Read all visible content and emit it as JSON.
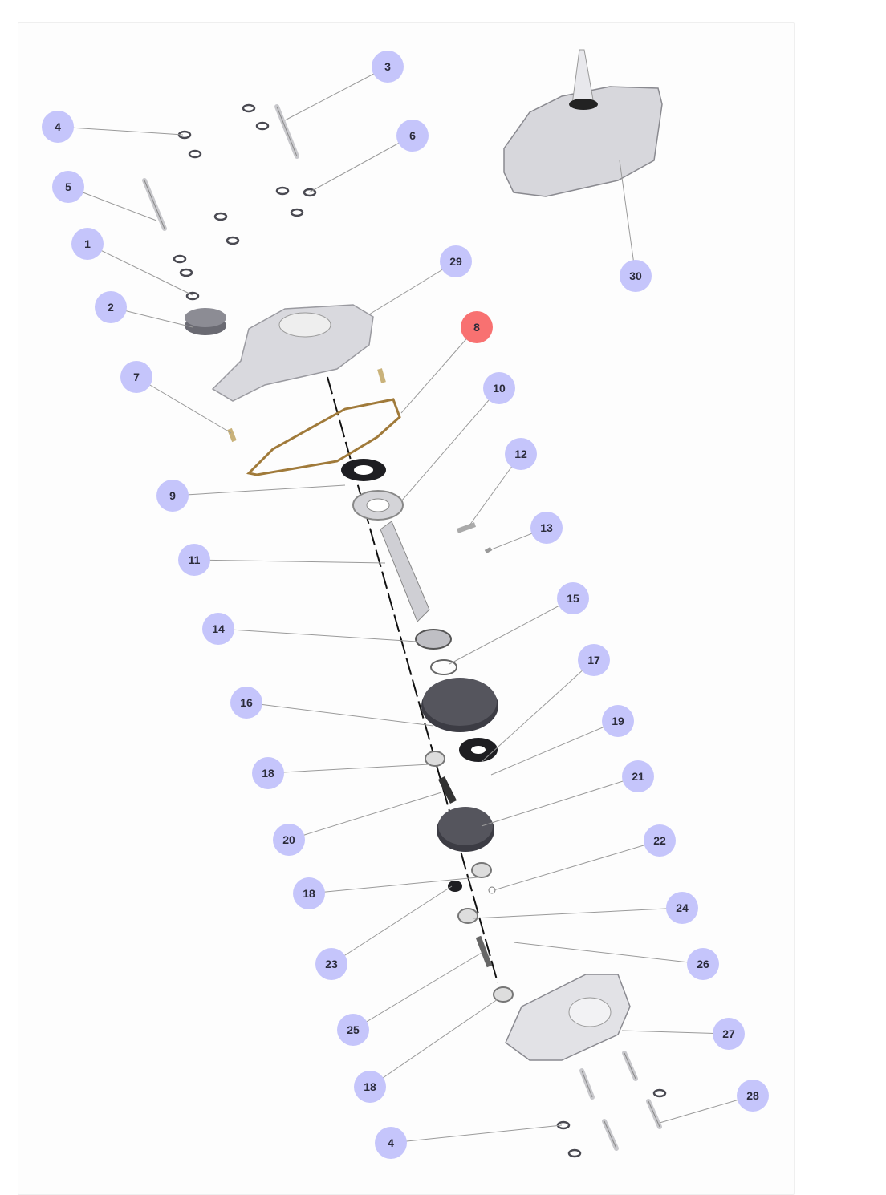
{
  "diagram": {
    "colors": {
      "badge": "#c5c5fb",
      "badge_highlight": "#f87171",
      "leader": "#9a9a9a",
      "part": "#b9b9bd",
      "part_dark": "#4a4a52",
      "gasket": "#a07a3a"
    },
    "callouts": [
      {
        "label": "3",
        "highlighted": false
      },
      {
        "label": "4",
        "highlighted": false
      },
      {
        "label": "6",
        "highlighted": false
      },
      {
        "label": "5",
        "highlighted": false
      },
      {
        "label": "1",
        "highlighted": false
      },
      {
        "label": "29",
        "highlighted": false
      },
      {
        "label": "30",
        "highlighted": false
      },
      {
        "label": "2",
        "highlighted": false
      },
      {
        "label": "8",
        "highlighted": true
      },
      {
        "label": "7",
        "highlighted": false
      },
      {
        "label": "10",
        "highlighted": false
      },
      {
        "label": "12",
        "highlighted": false
      },
      {
        "label": "9",
        "highlighted": false
      },
      {
        "label": "13",
        "highlighted": false
      },
      {
        "label": "11",
        "highlighted": false
      },
      {
        "label": "15",
        "highlighted": false
      },
      {
        "label": "14",
        "highlighted": false
      },
      {
        "label": "17",
        "highlighted": false
      },
      {
        "label": "16",
        "highlighted": false
      },
      {
        "label": "19",
        "highlighted": false
      },
      {
        "label": "18",
        "highlighted": false
      },
      {
        "label": "21",
        "highlighted": false
      },
      {
        "label": "20",
        "highlighted": false
      },
      {
        "label": "22",
        "highlighted": false
      },
      {
        "label": "18",
        "highlighted": false
      },
      {
        "label": "24",
        "highlighted": false
      },
      {
        "label": "23",
        "highlighted": false
      },
      {
        "label": "26",
        "highlighted": false
      },
      {
        "label": "25",
        "highlighted": false
      },
      {
        "label": "27",
        "highlighted": false
      },
      {
        "label": "18",
        "highlighted": false
      },
      {
        "label": "28",
        "highlighted": false
      },
      {
        "label": "4",
        "highlighted": false
      }
    ]
  }
}
